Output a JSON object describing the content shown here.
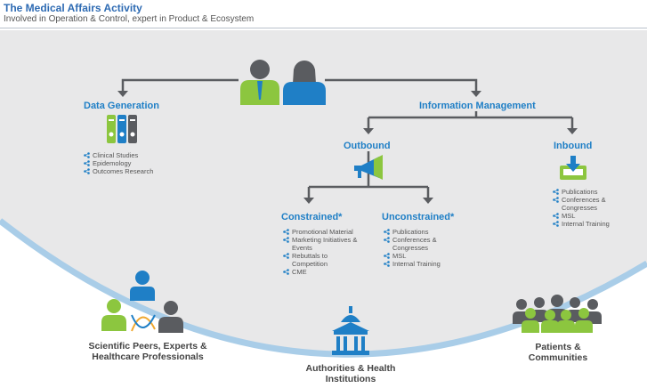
{
  "header": {
    "title": "The Medical Affairs Activity",
    "subtitle": "Involved in Operation & Control, expert in Product & Ecosystem"
  },
  "data_generation": {
    "heading": "Data Generation",
    "items": [
      "Clinical Studies",
      "Epidemology",
      "Outcomes Research"
    ]
  },
  "information_management": {
    "heading": "Information Management"
  },
  "outbound": {
    "heading": "Outbound"
  },
  "inbound": {
    "heading": "Inbound",
    "items": [
      "Publications",
      "Conferences & Congresses",
      "MSL",
      "Internal Training"
    ]
  },
  "constrained": {
    "heading": "Constrained*",
    "items": [
      "Promotional Material",
      "Marketing Initiatives & Events",
      "Rebuttals to Competition",
      "CME"
    ]
  },
  "unconstrained": {
    "heading": "Unconstrained*",
    "items": [
      "Publications",
      "Conferences & Congresses",
      "MSL",
      "Internal Training"
    ]
  },
  "bottom": {
    "peers": "Scientific Peers, Experts & Healthcare Professionals",
    "authorities": "Authorities & Health Institutions",
    "patients": "Patients & Communities"
  },
  "colors": {
    "title_blue": "#2e6bb3",
    "heading_blue": "#1f7fc6",
    "green": "#8cc63f",
    "blue": "#1f7fc6",
    "dark_gray": "#5a5c60",
    "panel_gray": "#e9e9ea",
    "arc_blue": "#a9cde8"
  }
}
